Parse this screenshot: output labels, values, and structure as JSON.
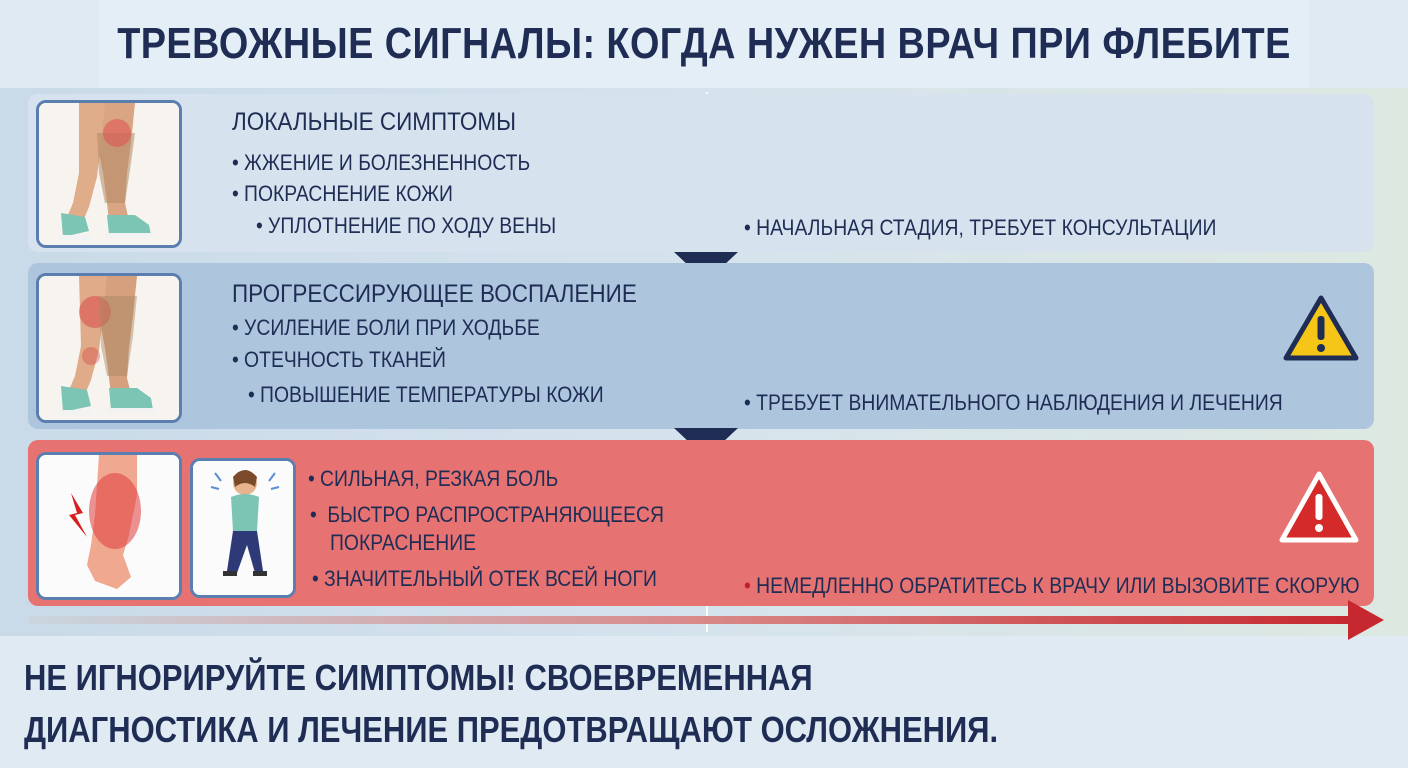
{
  "title": "ТРЕВОЖНЫЕ СИГНАЛЫ: КОГДА НУЖЕН ВРАЧ ПРИ ФЛЕБИТЕ",
  "stages": [
    {
      "heading": "ЛОКАЛЬНЫЕ СИМПТОМЫ",
      "bullets": [
        "ЖЖЕНИЕ И БОЛЕЗНЕННОСТЬ",
        "ПОКРАСНЕНИЕ КОЖИ",
        "УПЛОТНЕНИЕ ПО ХОДУ ВЕНЫ"
      ],
      "note": "НАЧАЛЬНАЯ СТАДИЯ, ТРЕБУЕТ КОНСУЛЬТАЦИИ"
    },
    {
      "heading": "ПРОГРЕССИРУЮЩЕЕ ВОСПАЛЕНИЕ",
      "bullets": [
        "УСИЛЕНИЕ БОЛИ ПРИ ХОДЬБЕ",
        "ОТЕЧНОСТЬ ТКАНЕЙ",
        "ПОВЫШЕНИЕ ТЕМПЕРАТУРЫ КОЖИ"
      ],
      "note": "ТРЕБУЕТ ВНИМАТЕЛЬНОГО НАБЛЮДЕНИЯ И ЛЕЧЕНИЯ"
    },
    {
      "bullets": [
        "СИЛЬНАЯ, РЕЗКАЯ БОЛЬ",
        "БЫСТРО РАСПРОСТРАНЯЮЩЕЕСЯ",
        "ПОКРАСНЕНИЕ",
        "ЗНАЧИТЕЛЬНЫЙ ОТЕК ВСЕЙ НОГИ"
      ],
      "note": "НЕМЕДЛЕННО ОБРАТИТЕСЬ К ВРАЧУ ИЛИ ВЫЗОВИТЕ СКОРУЮ"
    }
  ],
  "footer": {
    "line1": "НЕ ИГНОРИРУЙТЕ СИМПТОМЫ! СВОЕВРЕМЕННАЯ",
    "line2": "ДИАГНОСТИКА И ЛЕЧЕНИЕ ПРЕДОТВРАЩАЮТ ОСЛОЖНЕНИЯ."
  },
  "colors": {
    "navy": "#1f2d55",
    "stage1": "#d6e3ee",
    "stage2": "#aec5de",
    "stage3": "#e77272",
    "warning_yellow": "#f5c518",
    "danger_red": "#d42a2a"
  },
  "icons": [
    "leg-compression-icon",
    "leg-inflamed-icon",
    "leg-pain-icon",
    "distressed-person-icon",
    "warning-triangle-icon",
    "danger-triangle-icon",
    "chevron-down-icon",
    "arrow-right-icon"
  ]
}
